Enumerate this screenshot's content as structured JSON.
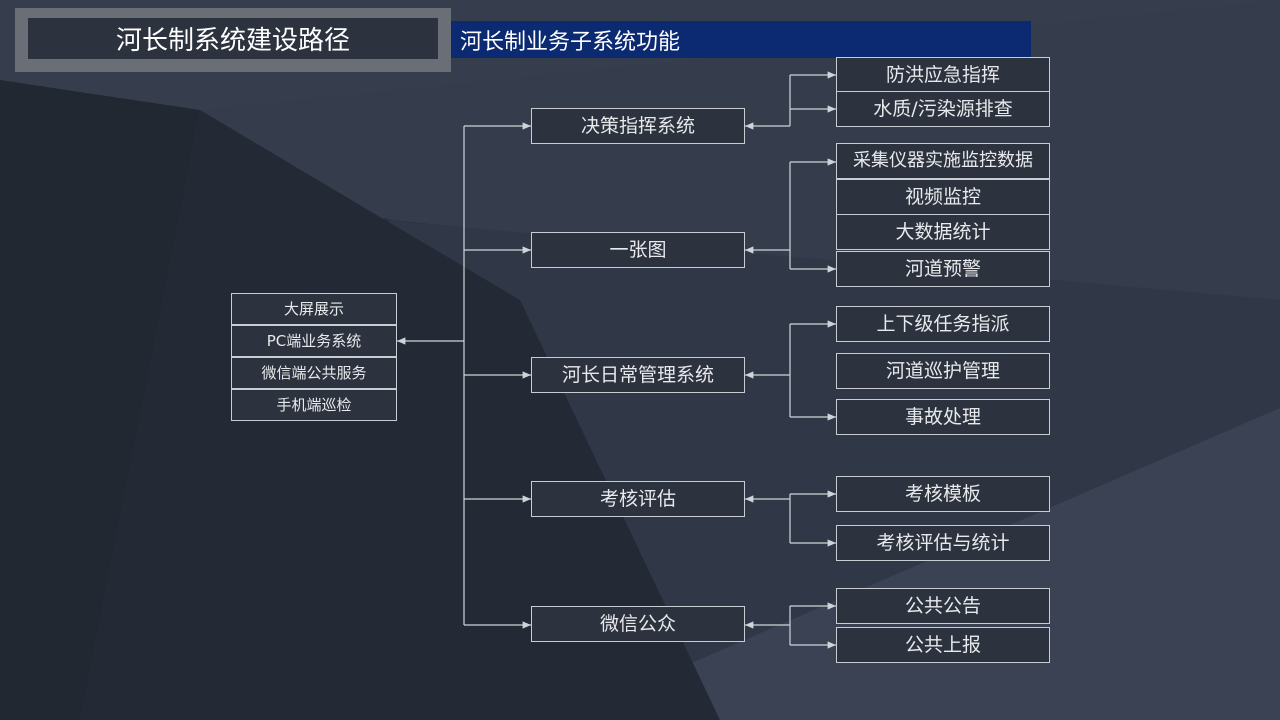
{
  "slide": {
    "title": "河长制系统建设路径",
    "subtitle": "河长制业务子系统功能"
  },
  "platforms": [
    "大屏展示",
    "PC端业务系统",
    "微信端公共服务",
    "手机端巡检"
  ],
  "subsystems": [
    {
      "label": "决策指挥系统",
      "functions": [
        "防洪应急指挥",
        "水质/污染源排查"
      ]
    },
    {
      "label": "一张图",
      "functions": [
        "采集仪器实施监控数据",
        "视频监控",
        "大数据统计",
        "河道预警"
      ]
    },
    {
      "label": "河长日常管理系统",
      "functions": [
        "上下级任务指派",
        "河道巡护管理",
        "事故处理"
      ]
    },
    {
      "label": "考核评估",
      "functions": [
        "考核模板",
        "考核评估与统计"
      ]
    },
    {
      "label": "微信公众",
      "functions": [
        "公共公告",
        "公共上报"
      ]
    }
  ],
  "colors": {
    "background": "#2b313d",
    "subtitle_bg": "#0b2a72",
    "line": "#d0d3d8"
  }
}
